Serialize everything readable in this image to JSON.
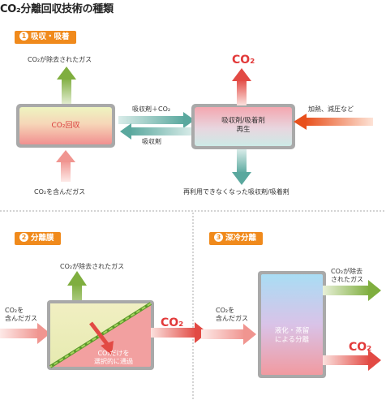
{
  "title": "CO₂分離回収技術の種類",
  "section1": {
    "badge_num": "1",
    "badge_label": "吸収・吸着",
    "label_removed": "CO₂が除去されたガス",
    "box_left": "CO₂回収",
    "label_absorbent_co2": "吸収剤＋CO₂",
    "label_absorbent": "吸収剤",
    "co2_top": "CO₂",
    "box_right_line1": "吸収剤/吸着剤",
    "box_right_line2": "再生",
    "label_heat": "加熱、減圧など",
    "label_input": "CO₂を含んだガス",
    "label_unusable": "再利用できなくなった吸収剤/吸着剤"
  },
  "section2": {
    "badge_num": "2",
    "badge_label": "分離膜",
    "label_removed": "CO₂が除去されたガス",
    "label_input_line1": "CO₂を",
    "label_input_line2": "含んだガス",
    "co2_out": "CO₂",
    "label_permeate_line1": "CO₂だけを",
    "label_permeate_line2": "選択的に通過"
  },
  "section3": {
    "badge_num": "3",
    "badge_label": "深冷分離",
    "label_removed_line1": "CO₂が除去",
    "label_removed_line2": "されたガス",
    "label_input_line1": "CO₂を",
    "label_input_line2": "含んだガス",
    "box_line1": "液化・蒸留",
    "box_line2": "による分離",
    "co2_out": "CO₂"
  },
  "colors": {
    "badge": "#f08a1c",
    "co2_red": "#e23a3a",
    "arrow_green": "#6aa13a",
    "arrow_teal": "#5fa8a0",
    "arrow_pink": "#f2a7a4",
    "arrow_orange": "#e8501c"
  }
}
